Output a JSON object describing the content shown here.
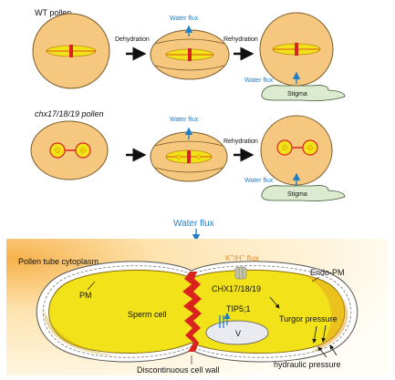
{
  "panel_top": {
    "wt_label": "WT pollen",
    "mut_label": "chx17/18/19 pollen",
    "dehydration": "Dehydration",
    "rehydration": "Rehydration",
    "water_flux": "Water flux",
    "stigma": "Stigma"
  },
  "panel_bottom": {
    "water_flux": "Water flux",
    "cytoplasm": "Pollen tube cytoplasm",
    "pm": "PM",
    "flux_base": "K",
    "flux_sup1": "+",
    "flux_mid": "/H",
    "flux_sup2": "+",
    "flux_tail": " flux",
    "endo_pm": "Endo-PM",
    "chx": "CHX17/18/19",
    "sperm_cell": "Sperm cell",
    "tip": "TIP5;1",
    "vacuole": "V",
    "turgor": "Turgor pressure",
    "hydraulic": "hydraulic pressure",
    "wall": "Discontinuous cell wall"
  },
  "colors": {
    "pollen_fill": "#f6c77e",
    "pollen_edge": "#7a5a2a",
    "sperm_fill": "#f2e21a",
    "sperm_edge": "#b98a12",
    "junction": "#d8241c",
    "water_blue": "#1f7fc9",
    "stigma_fill": "#dcebcf",
    "flux_orange": "#f08a2a"
  }
}
